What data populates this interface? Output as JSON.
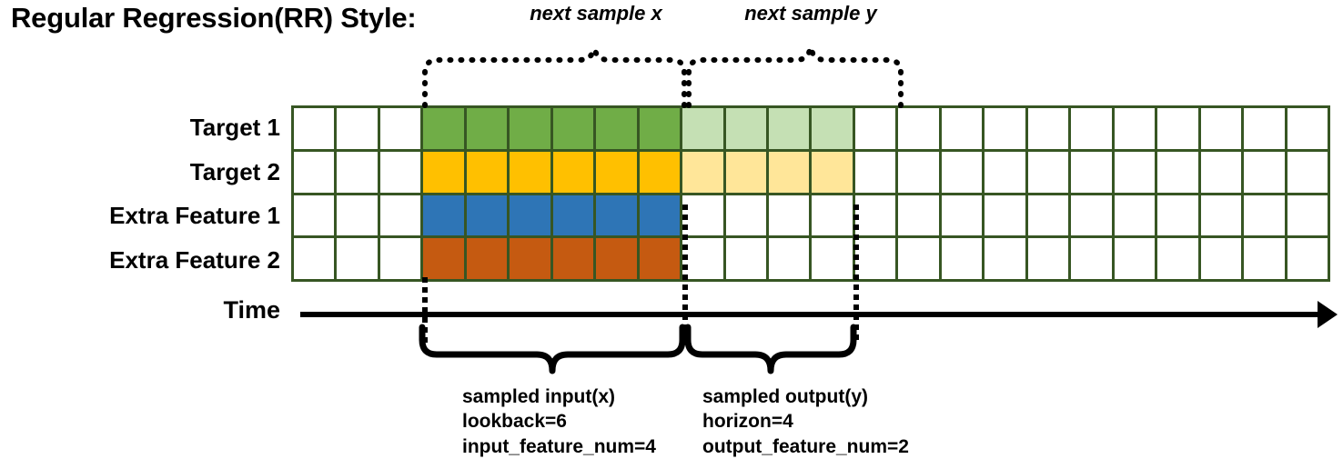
{
  "title": "Regular Regression(RR) Style:",
  "rows": [
    {
      "label": "Target 1",
      "name": "target-1"
    },
    {
      "label": "Target 2",
      "name": "target-2"
    },
    {
      "label": "Extra Feature 1",
      "name": "extra-feature-1"
    },
    {
      "label": "Extra Feature 2",
      "name": "extra-feature-2"
    }
  ],
  "time_axis": {
    "label": "Time",
    "arrow_icon": "right-arrow-icon"
  },
  "top_annotations": [
    {
      "text": "next sample x",
      "name": "next-sample-x"
    },
    {
      "text": "next sample y",
      "name": "next-sample-y"
    }
  ],
  "bottom_annotations": [
    {
      "name": "sampled-input",
      "line1": "sampled input(x)",
      "line2": "lookback=6",
      "line3": "input_feature_num=4"
    },
    {
      "name": "sampled-output",
      "line1": "sampled output(y)",
      "line2": "horizon=4",
      "line3": "output_feature_num=2"
    }
  ],
  "colors": {
    "grid_border": "#375623",
    "target1": "#70AD47",
    "target1_faded": "#C5E0B4",
    "target2": "#FFC000",
    "target2_faded": "#FFE699",
    "extra1": "#2E75B6",
    "extra2": "#C55A11",
    "empty": "#FFFFFF"
  },
  "grid": {
    "columns": 24,
    "rows": 4,
    "input_start_col": 4,
    "input_end_col": 9,
    "output_start_col": 10,
    "output_end_col": 13,
    "cell_classes": [
      [
        "cell",
        "cell",
        "cell",
        "c-green",
        "c-green",
        "c-green",
        "c-green",
        "c-green",
        "c-green",
        "c-greenlt",
        "c-greenlt",
        "c-greenlt",
        "c-greenlt",
        "cell",
        "cell",
        "cell",
        "cell",
        "cell",
        "cell",
        "cell",
        "cell",
        "cell",
        "cell",
        "cell"
      ],
      [
        "cell",
        "cell",
        "cell",
        "c-gold",
        "c-gold",
        "c-gold",
        "c-gold",
        "c-gold",
        "c-gold",
        "c-goldlt",
        "c-goldlt",
        "c-goldlt",
        "c-goldlt",
        "cell",
        "cell",
        "cell",
        "cell",
        "cell",
        "cell",
        "cell",
        "cell",
        "cell",
        "cell",
        "cell"
      ],
      [
        "cell",
        "cell",
        "cell",
        "c-blue",
        "c-blue",
        "c-blue",
        "c-blue",
        "c-blue",
        "c-blue",
        "cell",
        "cell",
        "cell",
        "cell",
        "cell",
        "cell",
        "cell",
        "cell",
        "cell",
        "cell",
        "cell",
        "cell",
        "cell",
        "cell",
        "cell"
      ],
      [
        "cell",
        "cell",
        "cell",
        "c-orange",
        "c-orange",
        "c-orange",
        "c-orange",
        "c-orange",
        "c-orange",
        "cell",
        "cell",
        "cell",
        "cell",
        "cell",
        "cell",
        "cell",
        "cell",
        "cell",
        "cell",
        "cell",
        "cell",
        "cell",
        "cell",
        "cell"
      ]
    ]
  }
}
